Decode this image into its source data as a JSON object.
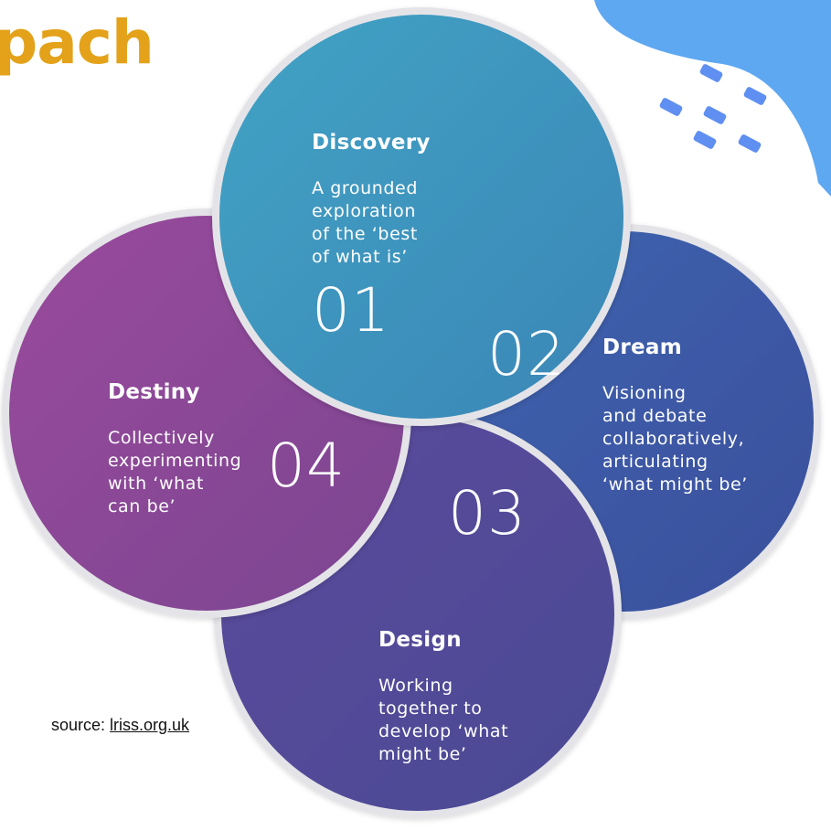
{
  "title": "pach",
  "stages": [
    {
      "number": "01",
      "heading": "Discovery",
      "description": "A grounded\nexploration\nof the ‘best\nof what is’",
      "color": "#3e95bd"
    },
    {
      "number": "02",
      "heading": "Dream",
      "description": "Visioning\nand debate\ncollaboratively,\narticulating\n‘what might be’",
      "color": "#3d5aa6"
    },
    {
      "number": "03",
      "heading": "Design",
      "description": "Working\ntogether to\ndevelop ‘what\nmight be’",
      "color": "#524a96"
    },
    {
      "number": "04",
      "heading": "Destiny",
      "description": "Collectively\nexperimenting\nwith ‘what\ncan be’",
      "color": "#8a4796"
    }
  ],
  "source": {
    "prefix": "source: ",
    "link_text": "lriss.org.uk"
  },
  "colors": {
    "title": "#e3a21a",
    "blob": "#5ea8f2",
    "dots": "#5f8ff0",
    "ring": "#e4e4e8"
  }
}
